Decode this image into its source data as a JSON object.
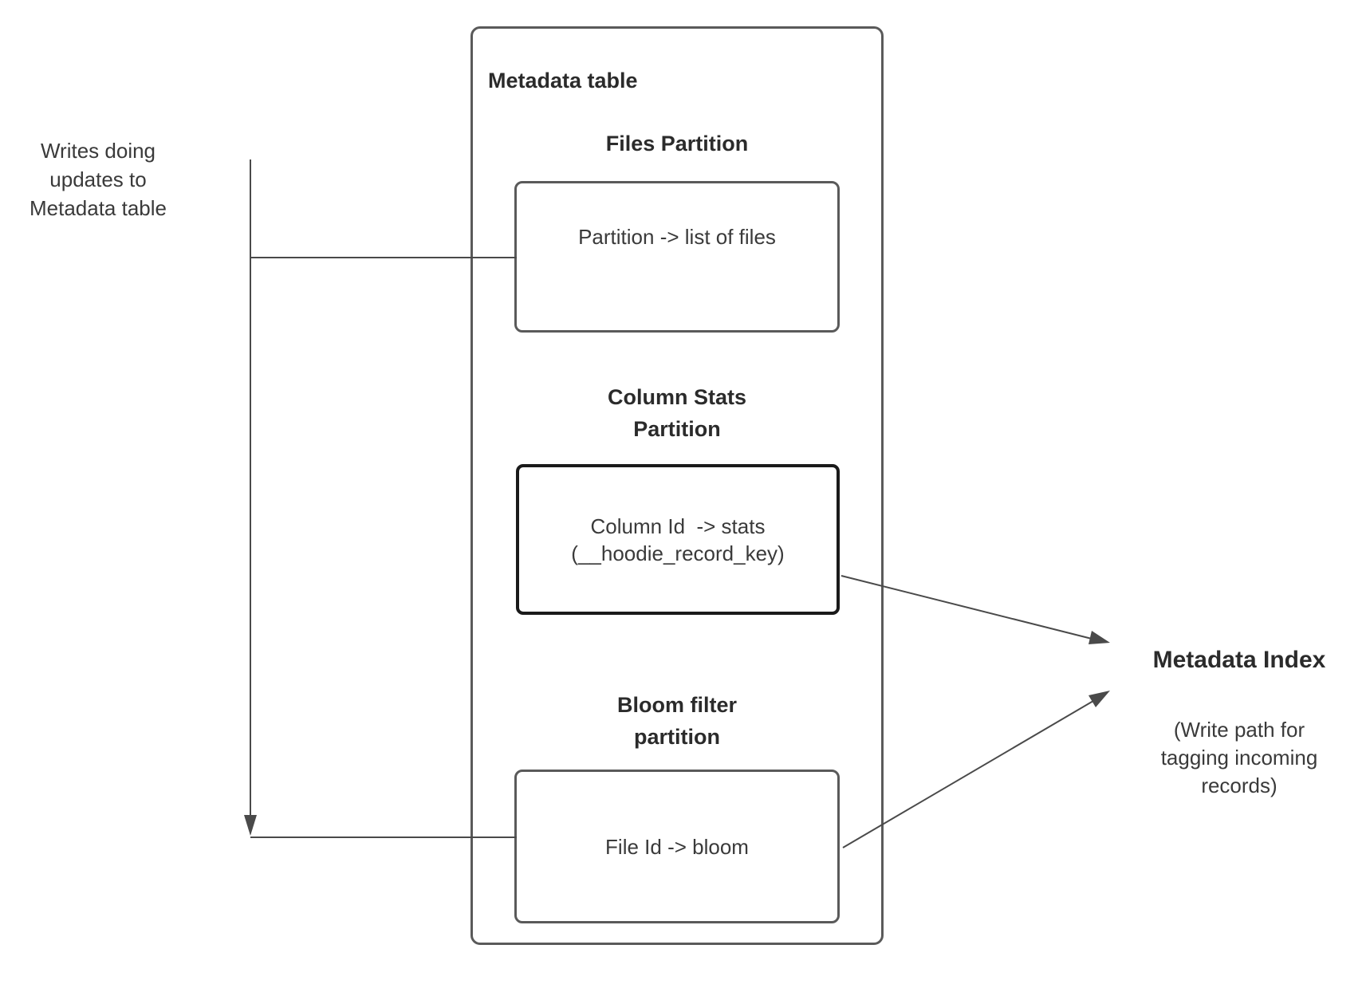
{
  "left_annotation": {
    "text": "Writes doing\nupdates to\nMetadata table"
  },
  "metadata_table": {
    "title": "Metadata table",
    "files_partition": {
      "heading": "Files Partition",
      "box_text": "Partition -> list of files"
    },
    "column_stats_partition": {
      "heading": "Column Stats\nPartition",
      "box_text": "Column Id  -> stats\n(__hoodie_record_key)"
    },
    "bloom_filter_partition": {
      "heading": "Bloom filter\npartition",
      "box_text": "File Id -> bloom"
    }
  },
  "metadata_index": {
    "title": "Metadata Index",
    "subtitle": "(Write path for\ntagging incoming\nrecords)"
  },
  "colors": {
    "connector": "#4a4a4a",
    "box_border": "#5a5a5a",
    "emphasis_border": "#1a1a1a",
    "text": "#3a3a3a",
    "background": "#ffffff"
  }
}
